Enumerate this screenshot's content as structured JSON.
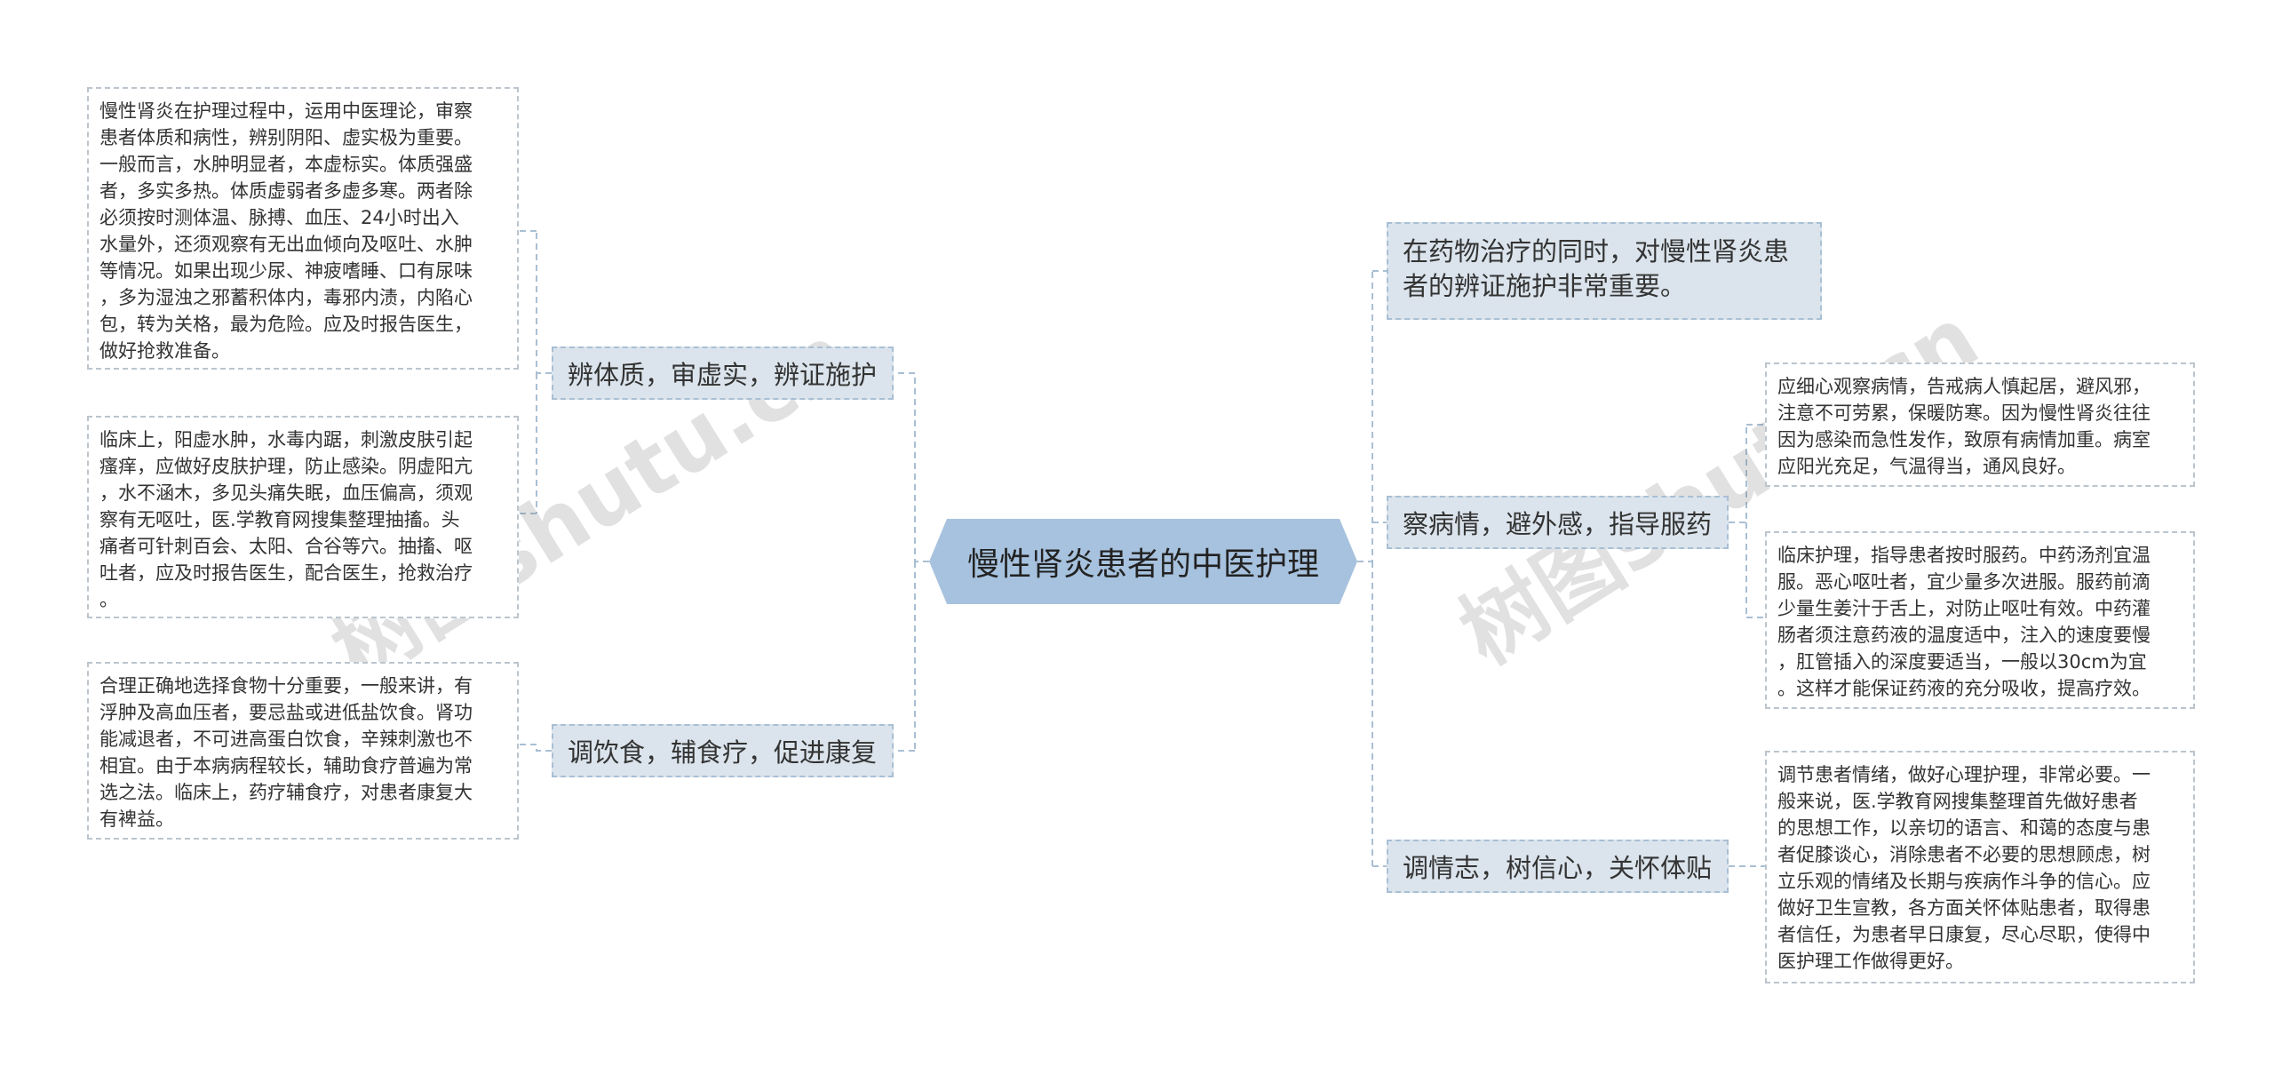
{
  "center": {
    "title": "慢性肾炎患者的中医护理"
  },
  "left_branches": [
    {
      "label": "辨体质，审虚实，辨证施护",
      "leaves": [
        {
          "lines": [
            "慢性肾炎在护理过程中，运用中医理论，审察",
            "患者体质和病性，辨别阴阳、虚实极为重要。",
            "一般而言，水肿明显者，本虚标实。体质强盛",
            "者，多实多热。体质虚弱者多虚多寒。两者除",
            "必须按时测体温、脉搏、血压、24小时出入",
            "水量外，还须观察有无出血倾向及呕吐、水肿",
            "等情况。如果出现少尿、神疲嗜睡、口有尿味",
            "，多为湿浊之邪蓄积体内，毒邪内渍，内陷心",
            "包，转为关格，最为危险。应及时报告医生，",
            "做好抢救准备。"
          ]
        },
        {
          "lines": [
            "临床上，阳虚水肿，水毒内踞，刺激皮肤引起",
            "瘙痒，应做好皮肤护理，防止感染。阴虚阳亢",
            "，水不涵木，多见头痛失眠，血压偏高，须观",
            "察有无呕吐，医.学教育网搜集整理抽搐。头",
            "痛者可针刺百会、太阳、合谷等穴。抽搐、呕",
            "吐者，应及时报告医生，配合医生，抢救治疗",
            "。"
          ]
        }
      ]
    },
    {
      "label": "调饮食，辅食疗，促进康复",
      "leaves": [
        {
          "lines": [
            "合理正确地选择食物十分重要，一般来讲，有",
            "浮肿及高血压者，要忌盐或进低盐饮食。肾功",
            "能减退者，不可进高蛋白饮食，辛辣刺激也不",
            "相宜。由于本病病程较长，辅助食疗普遍为常",
            "选之法。临床上，药疗辅食疗，对患者康复大",
            "有裨益。"
          ]
        }
      ]
    }
  ],
  "right_top_note": {
    "lines": [
      "在药物治疗的同时，对慢性肾炎患",
      "者的辨证施护非常重要。"
    ]
  },
  "right_branches": [
    {
      "label": "察病情，避外感，指导服药",
      "leaves": [
        {
          "lines": [
            "应细心观察病情，告戒病人慎起居，避风邪，",
            "注意不可劳累，保暖防寒。因为慢性肾炎往往",
            "因为感染而急性发作，致原有病情加重。病室",
            "应阳光充足，气温得当，通风良好。"
          ]
        },
        {
          "lines": [
            "临床护理，指导患者按时服药。中药汤剂宜温",
            "服。恶心呕吐者，宜少量多次进服。服药前滴",
            "少量生姜汁于舌上，对防止呕吐有效。中药灌",
            "肠者须注意药液的温度适中，注入的速度要慢",
            "，肛管插入的深度要适当，一般以30cm为宜",
            "。这样才能保证药液的充分吸收，提高疗效。"
          ]
        }
      ]
    },
    {
      "label": "调情志，树信心，关怀体贴",
      "leaves": [
        {
          "lines": [
            "调节患者情绪，做好心理护理，非常必要。一",
            "般来说，医.学教育网搜集整理首先做好患者",
            "的思想工作，以亲切的语言、和蔼的态度与患",
            "者促膝谈心，消除患者不必要的思想顾虑，树",
            "立乐观的情绪及长期与疾病作斗争的信心。应",
            "做好卫生宣教，各方面关怀体贴患者，取得患",
            "者信任，为患者早日康复，尽心尽职，使得中",
            "医护理工作做得更好。"
          ]
        }
      ]
    }
  ],
  "watermarks": [
    "树图shutu.cn",
    "树图shutu.cn"
  ],
  "colors": {
    "center": "#a7c2de",
    "branch_fill": "#dbe4ec",
    "connector": "#a9bfd4"
  }
}
